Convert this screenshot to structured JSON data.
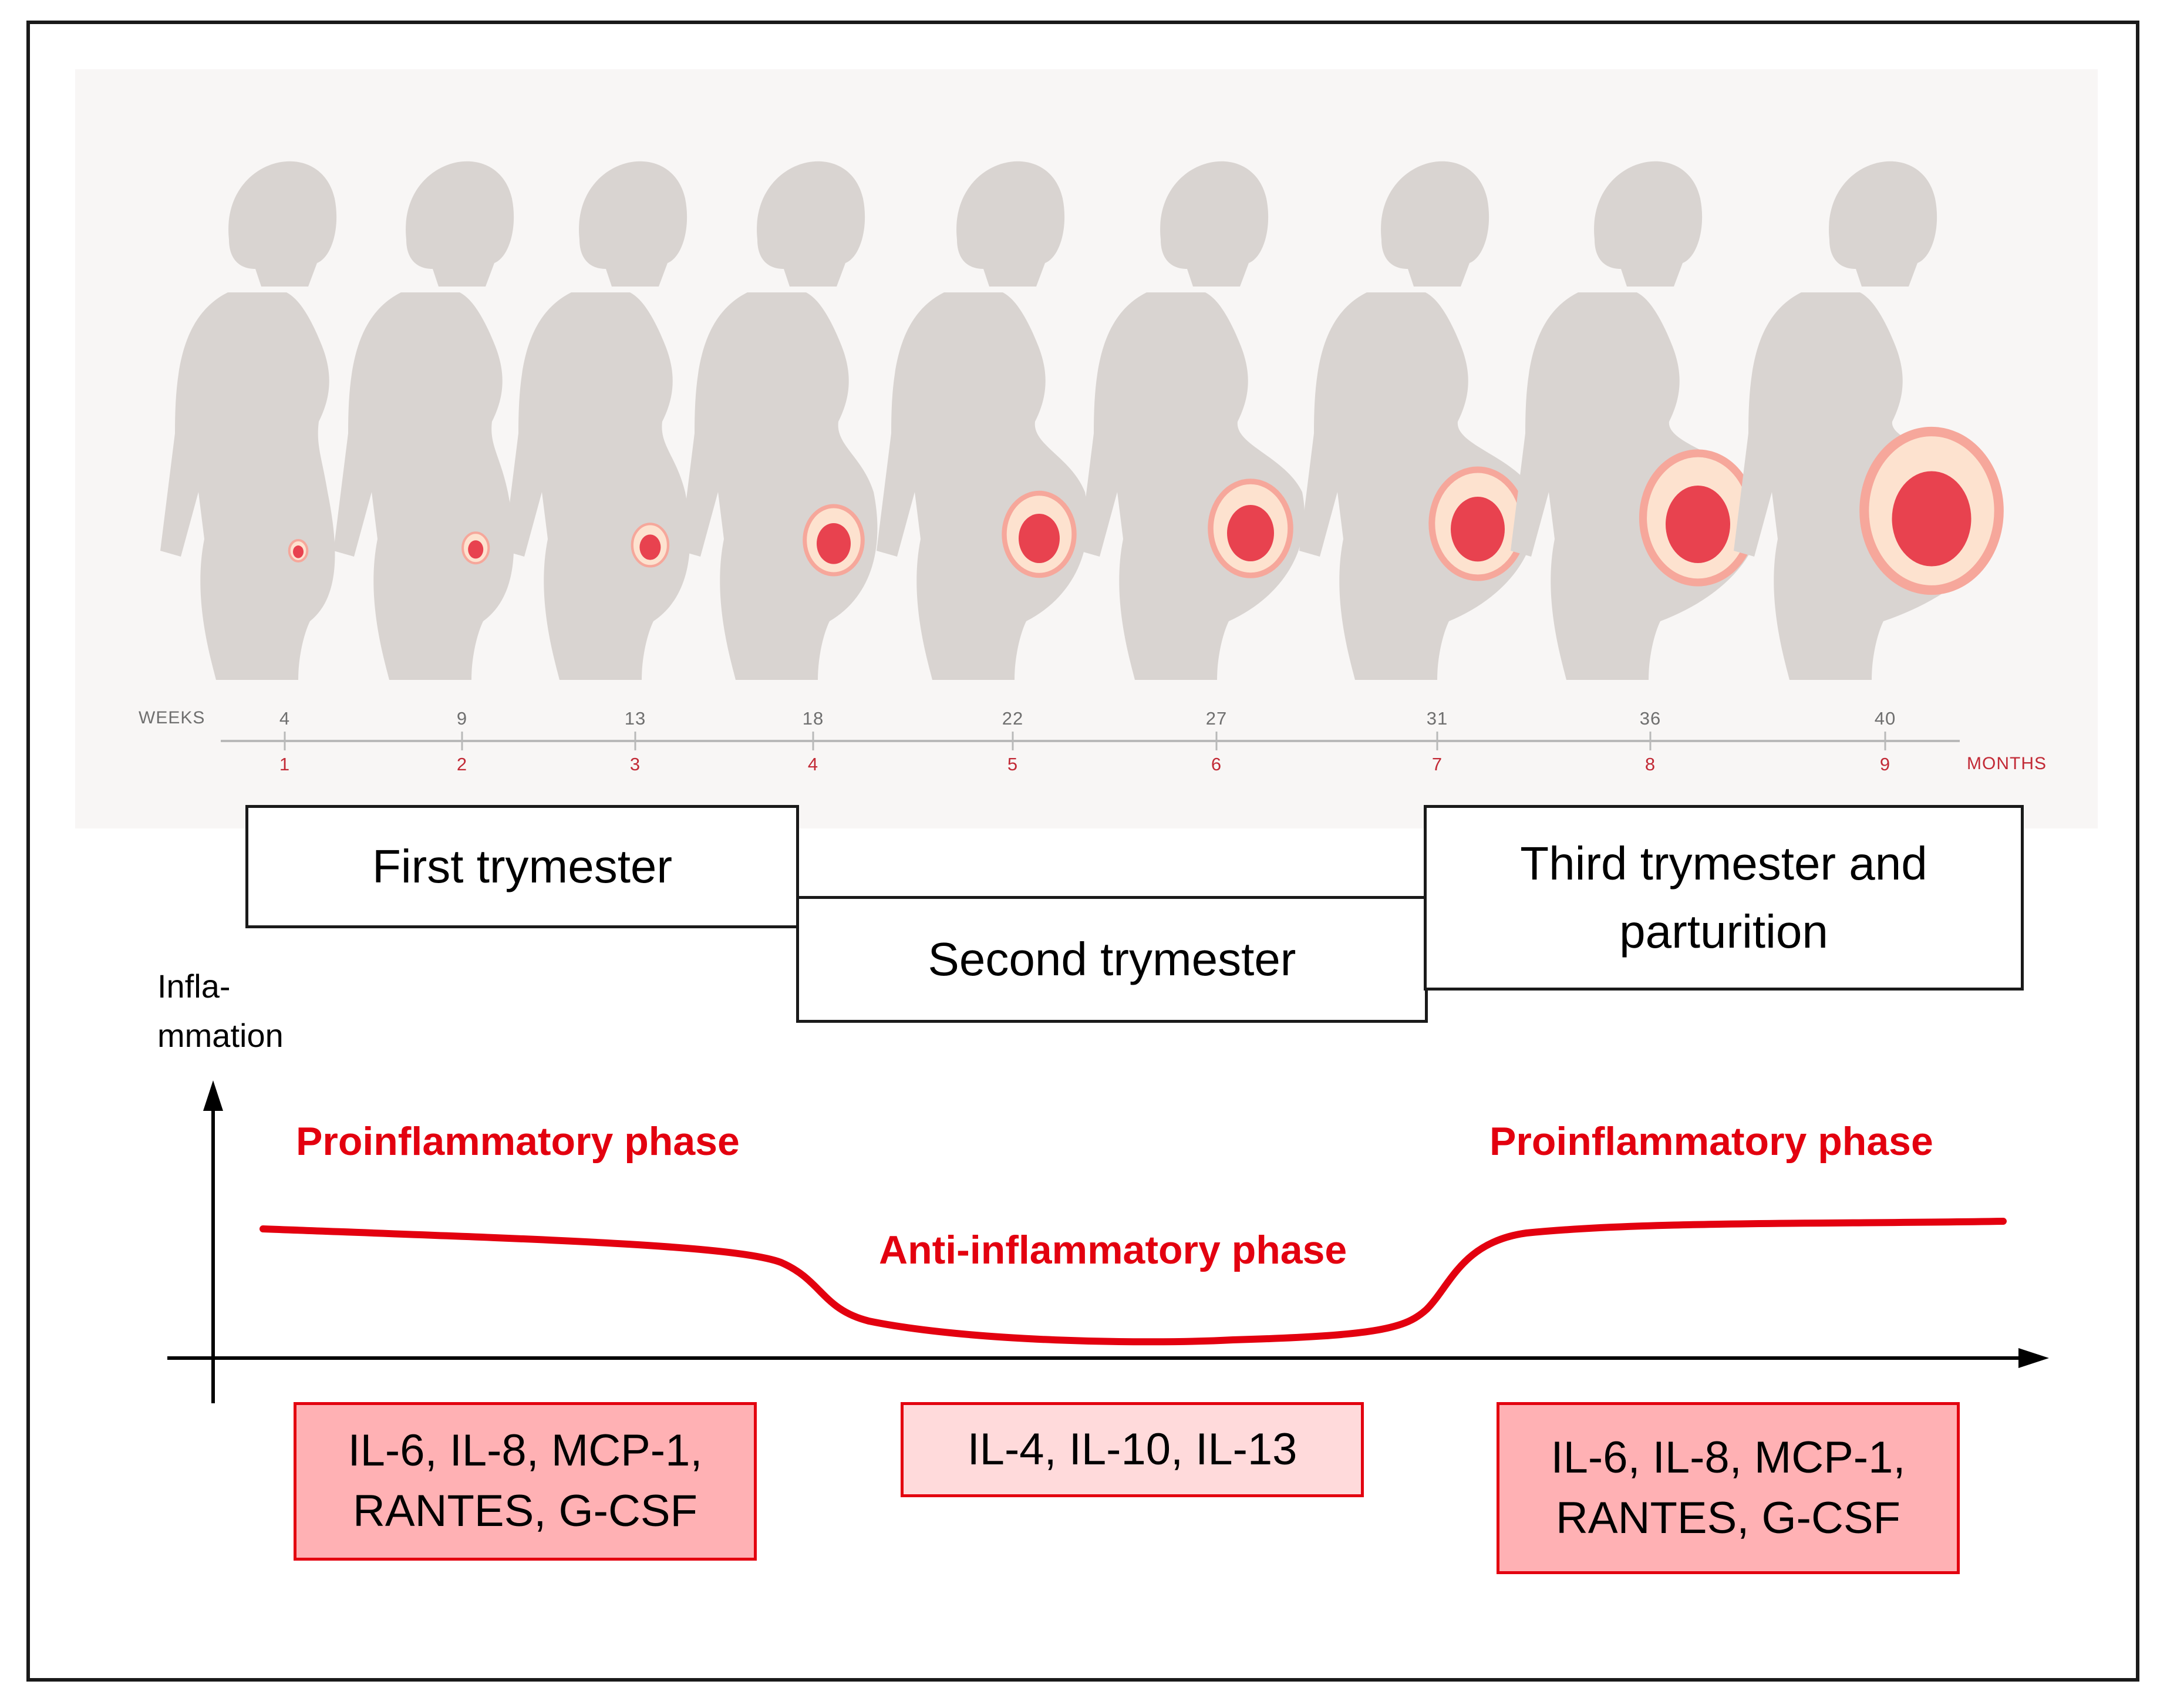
{
  "timeline": {
    "weeks_label": "WEEKS",
    "months_label": "MONTHS",
    "weeks": [
      "4",
      "9",
      "13",
      "18",
      "22",
      "27",
      "31",
      "36",
      "40"
    ],
    "months": [
      "1",
      "2",
      "3",
      "4",
      "5",
      "6",
      "7",
      "8",
      "9"
    ]
  },
  "trimesters": {
    "first": "First trymester",
    "second": "Second trymester",
    "third_line1": "Third trymester and",
    "third_line2": "parturition"
  },
  "axis": {
    "y_label_line1": "Infla-",
    "y_label_line2": "mmation"
  },
  "phases": {
    "left": "Proinflammatory phase",
    "middle": "Anti-inflammatory phase",
    "right": "Proinflammatory phase"
  },
  "cytokines": {
    "left_line1": "IL-6, IL-8, MCP-1,",
    "left_line2": "RANTES, G-CSF",
    "middle": "IL-4, IL-10, IL-13",
    "right_line1": "IL-6, IL-8, MCP-1,",
    "right_line2": "RANTES, G-CSF"
  },
  "colors": {
    "silhouette": "#d9d4d1",
    "fetus": "#e8424f",
    "womb": "#fde2cf",
    "curve": "#e3000f",
    "box_strong": "#ffb1b4",
    "box_light": "#ffdadb"
  }
}
